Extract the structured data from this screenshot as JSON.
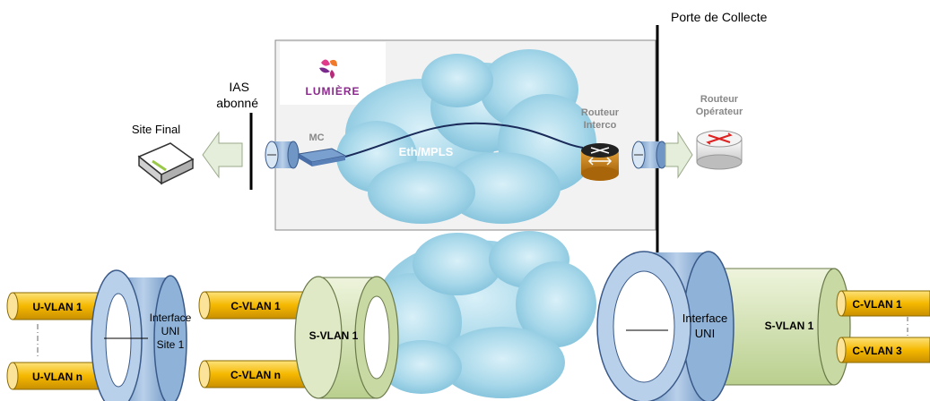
{
  "labels": {
    "porte_de_collecte": "Porte de Collecte",
    "ias_line1": "IAS",
    "ias_line2": "abonné",
    "site_final": "Site Final",
    "mc": "MC",
    "eth_mpls": "Eth/MPLS",
    "routeur_interco_line1": "Routeur",
    "routeur_interco_line2": "Interco",
    "routeur_operateur_line1": "Routeur",
    "routeur_operateur_line2": "Opérateur",
    "logo_text": "LUMIÈRE"
  },
  "left_tunnel": {
    "u_vlans": [
      "U-VLAN 1",
      "U-VLAN n"
    ],
    "interface_lines": [
      "Interface",
      "UNI",
      "Site 1"
    ],
    "c_vlans": [
      "C-VLAN 1",
      "C-VLAN n"
    ],
    "s_vlan": "S-VLAN 1"
  },
  "right_tunnel": {
    "interface_lines": [
      "Interface",
      "UNI"
    ],
    "s_vlan": "S-VLAN 1",
    "c_vlans": [
      "C-VLAN 1",
      "C-VLAN 3"
    ]
  },
  "colors": {
    "vlan_pipe": "#f5b800",
    "ring_blue": "#8fb2d8",
    "s_vlan_green": "#d6e4b8",
    "cloud": "#a8d8ea",
    "box_bg": "#f2f2f2",
    "arrow_fill": "#e4eedb",
    "label_gray": "#888888"
  }
}
